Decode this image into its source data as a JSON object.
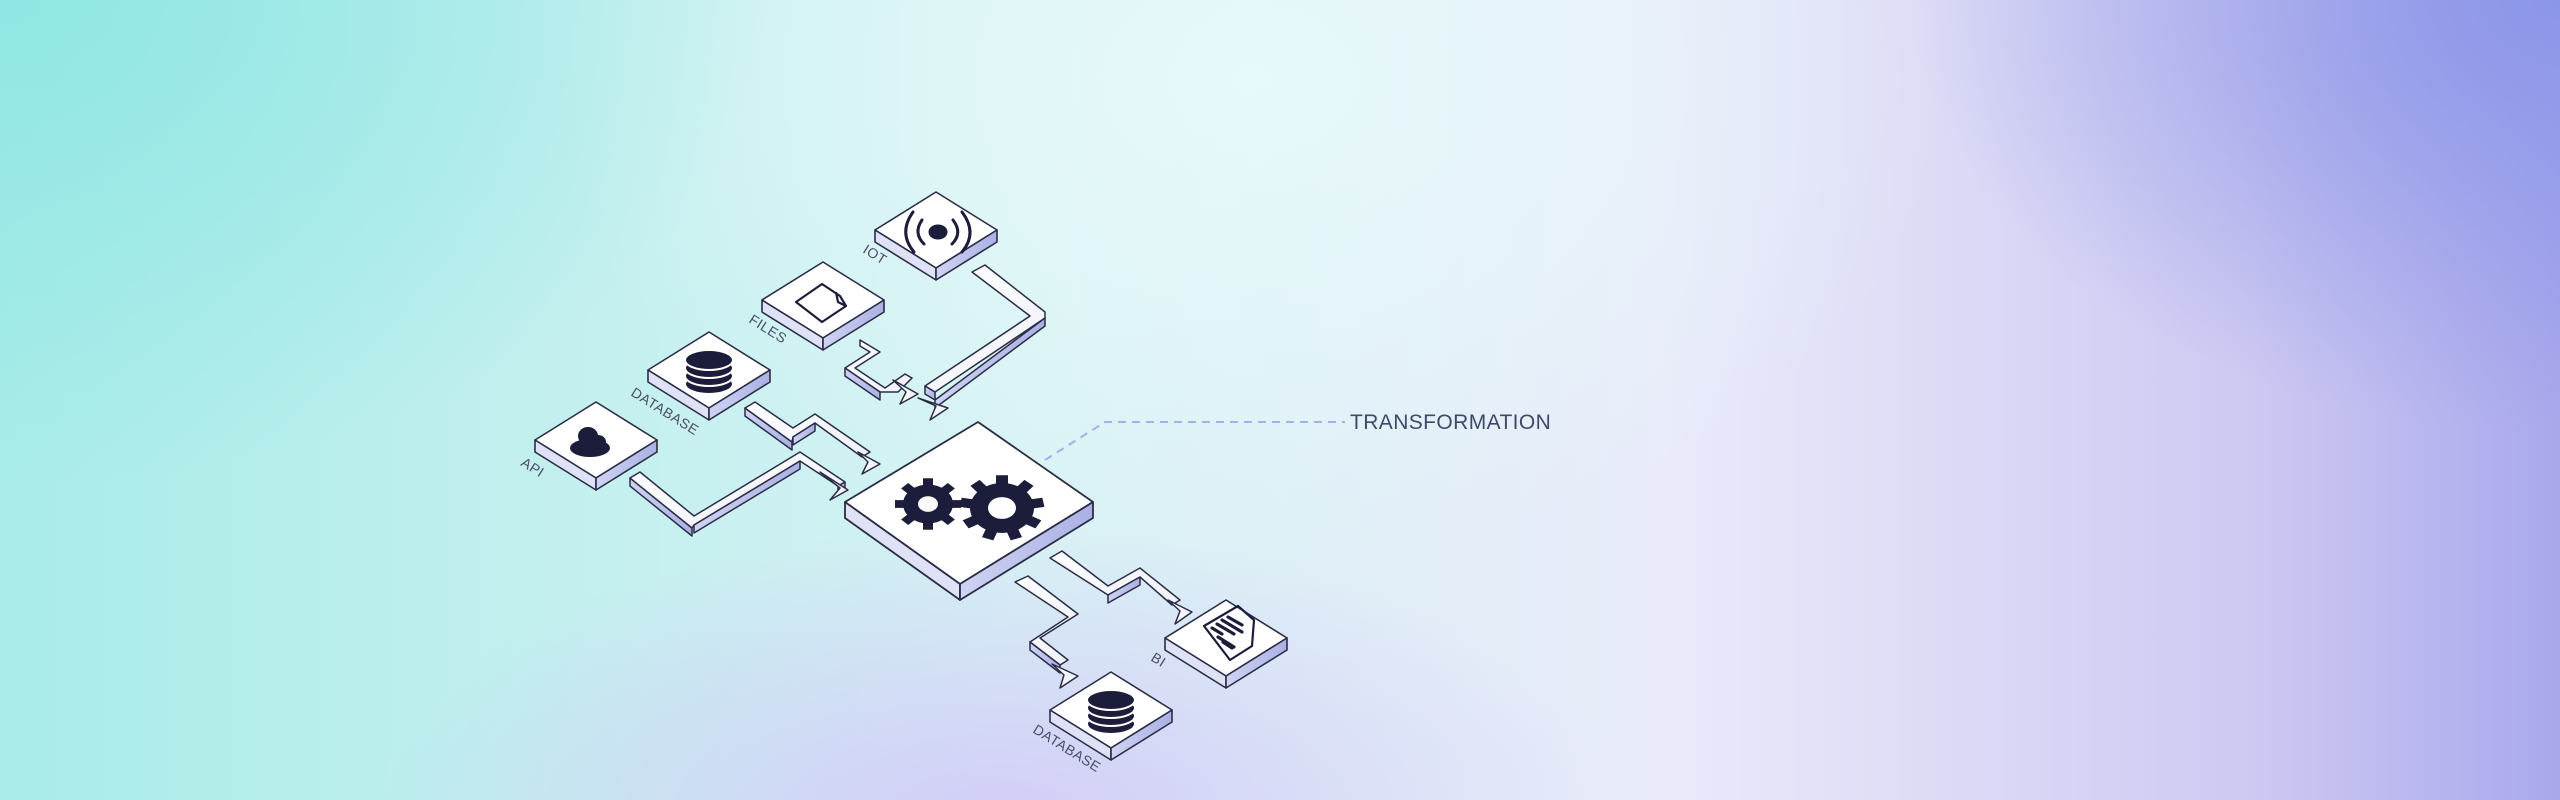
{
  "diagram": {
    "sources": {
      "api_label": "API",
      "database_label": "DATABASE",
      "files_label": "FILES",
      "iot_label": "IOT"
    },
    "hub": {
      "label": "TRANSFORMATION",
      "icon": "gears-icon"
    },
    "outputs": {
      "bi_label": "BI",
      "database_label": "DATABASE"
    },
    "icons": {
      "api": "cloud-icon",
      "database": "database-icon",
      "files": "file-icon",
      "iot": "signal-icon",
      "bi": "chart-icon"
    },
    "colors": {
      "tile_top": "#ffffff",
      "tile_edge": "#2a2d45",
      "tile_side": "#b9bde6",
      "icon": "#1c1d3a",
      "connector": "#9fb2ea"
    }
  }
}
